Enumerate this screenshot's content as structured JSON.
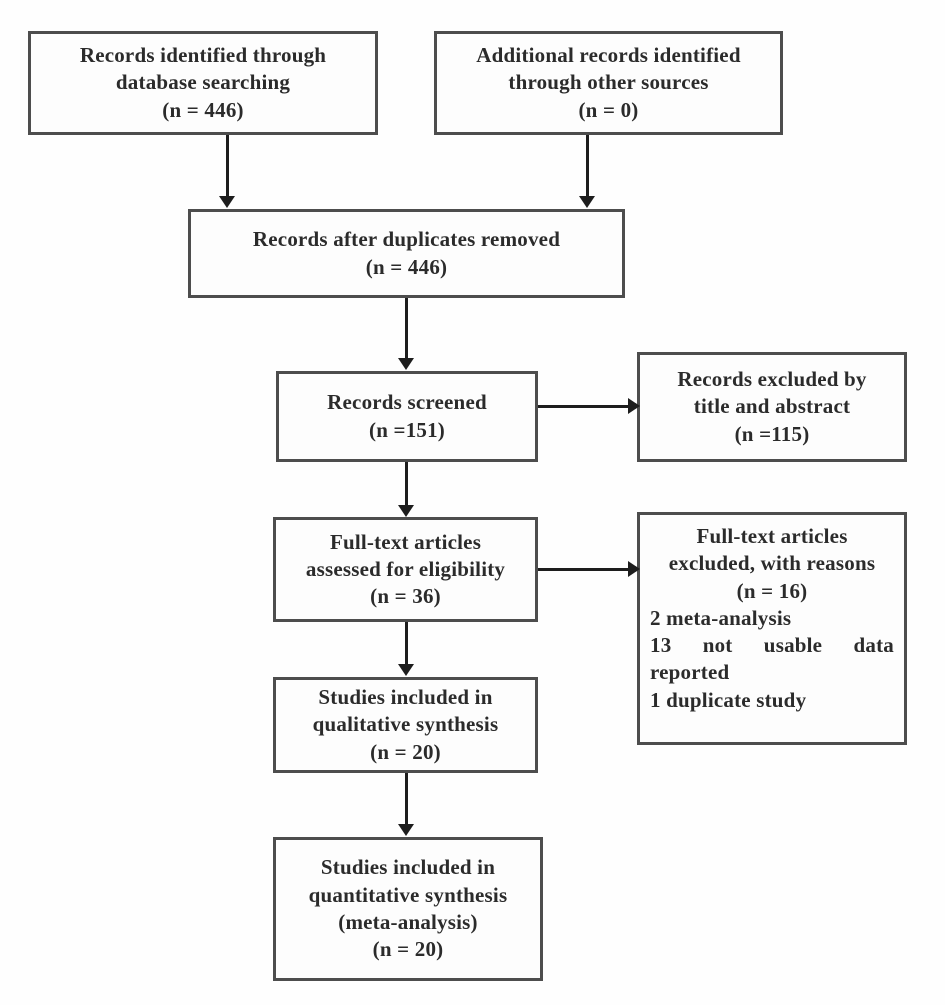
{
  "diagram": {
    "type": "prisma-flow-diagram",
    "boxes": {
      "identified": {
        "lines": [
          "Records identified through",
          "database searching",
          "(n = 446)"
        ],
        "count": 446
      },
      "additional": {
        "lines": [
          "Additional records identified",
          "through other sources",
          "(n = 0)"
        ],
        "count": 0
      },
      "duplicates_removed": {
        "lines": [
          "Records after duplicates removed",
          "(n = 446)"
        ],
        "count": 446
      },
      "screened": {
        "lines": [
          "Records screened",
          "(n =151)"
        ],
        "count": 151
      },
      "excluded_title_abstract": {
        "lines": [
          "Records excluded by",
          "title and abstract",
          "(n =115)"
        ],
        "count": 115
      },
      "fulltext_assessed": {
        "lines": [
          "Full-text articles",
          "assessed for eligibility",
          "(n = 36)"
        ],
        "count": 36
      },
      "excluded_fulltext": {
        "lines": [
          "Full-text articles",
          "excluded, with reasons",
          "(n = 16)"
        ],
        "count": 16,
        "reasons": [
          "2 meta-analysis",
          "13 not usable data reported",
          "1 duplicate study"
        ],
        "reason_display_lines": [
          "2 meta-analysis",
          "13   not   usable   data",
          "reported",
          "1 duplicate study"
        ]
      },
      "qualitative": {
        "lines": [
          "Studies included in",
          "qualitative synthesis",
          "(n = 20)"
        ],
        "count": 20
      },
      "quantitative": {
        "lines": [
          "Studies included in",
          "quantitative synthesis",
          "(meta-analysis)",
          "(n = 20)"
        ],
        "count": 20
      }
    },
    "colors": {
      "box_border": "#4d4d4d",
      "box_fill": "#fdfdfd",
      "connector": "#1d1d1d",
      "text": "#2b2b2b",
      "background": "#fefefe"
    }
  }
}
